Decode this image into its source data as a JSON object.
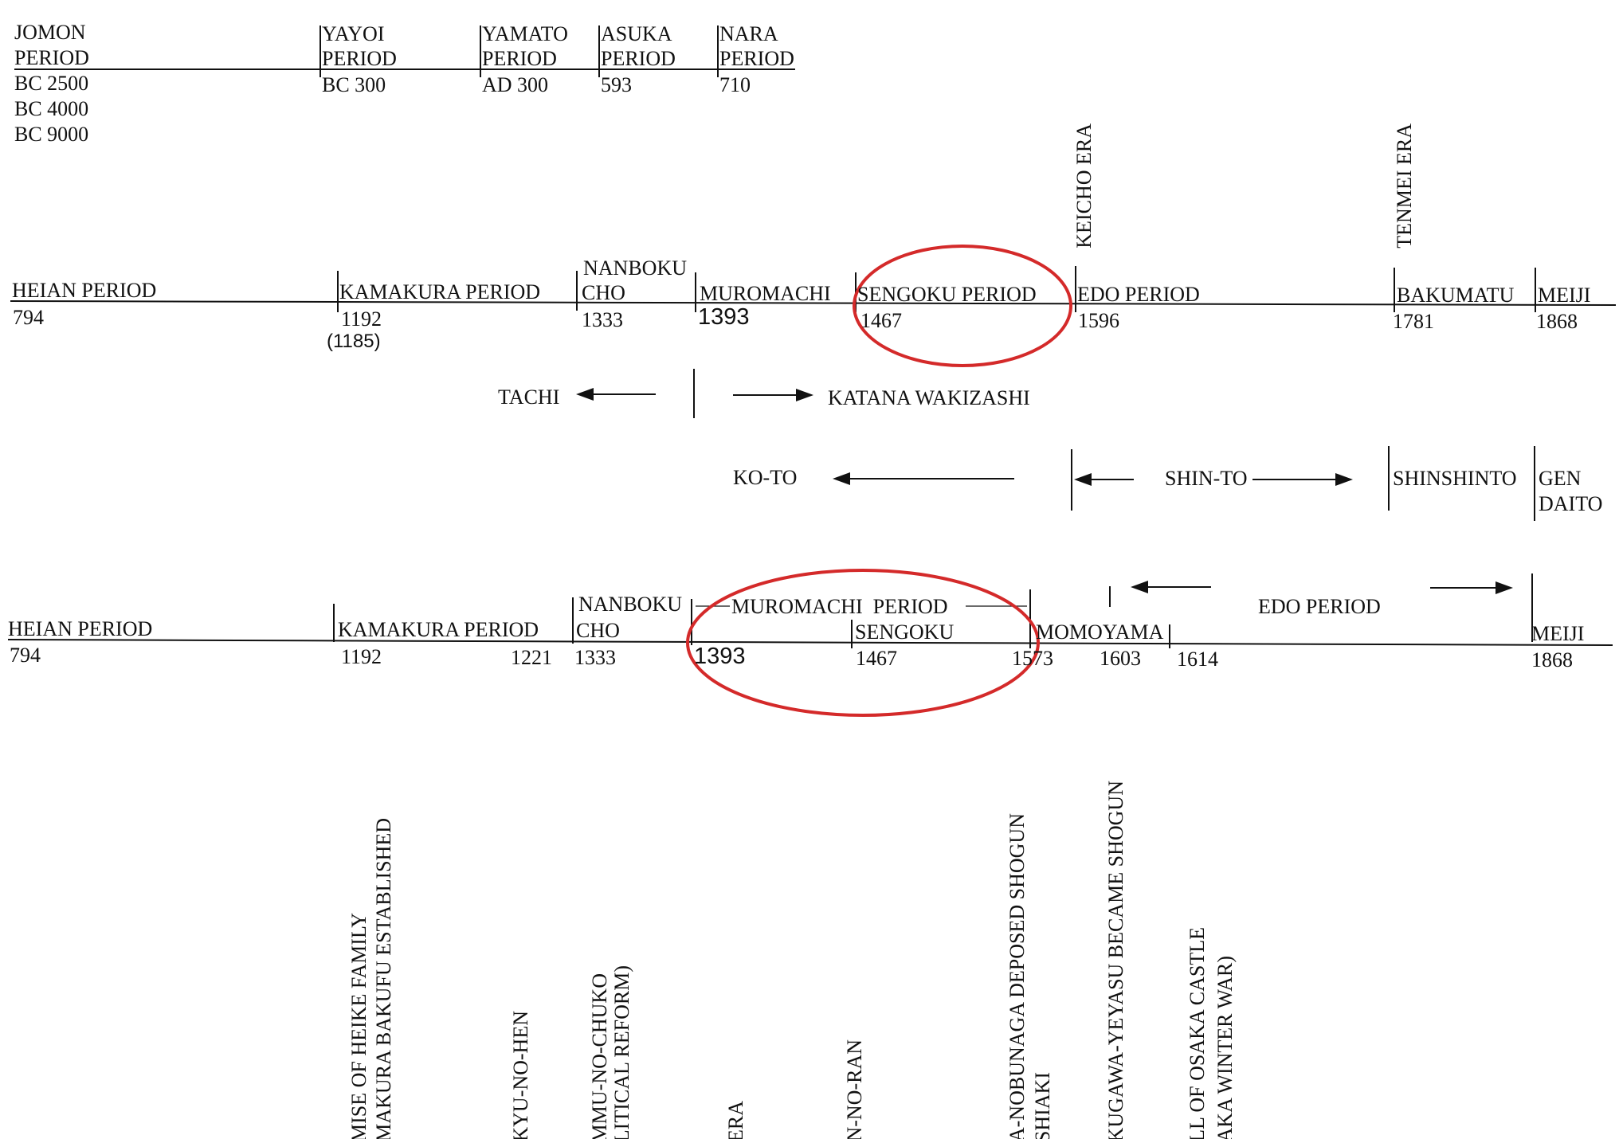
{
  "top_row": {
    "jomon": {
      "name": "JOMON",
      "name2": "PERIOD",
      "dates": [
        "BC 2500",
        "BC 4000",
        "BC 9000"
      ]
    },
    "periods": [
      {
        "name": "YAYOI",
        "name2": "PERIOD",
        "date": "BC 300"
      },
      {
        "name": "YAMATO",
        "name2": "PERIOD",
        "date": "AD 300"
      },
      {
        "name": "ASUKA",
        "name2": "PERIOD",
        "date": "593"
      },
      {
        "name": "NARA",
        "name2": "PERIOD",
        "date": "710"
      }
    ]
  },
  "middle_row": {
    "heian": {
      "name": "HEIAN PERIOD",
      "date": "794"
    },
    "kamakura": {
      "name": "KAMAKURA PERIOD",
      "date": "1192",
      "alt_date": "(1185)"
    },
    "nanbokucho": {
      "name": "NANBOKU",
      "name2": "CHO",
      "date": "1333"
    },
    "muromachi": {
      "name": "MUROMACHI",
      "date": "1393"
    },
    "sengoku": {
      "name": "SENGOKU PERIOD",
      "date": "1467"
    },
    "edo": {
      "name": "EDO PERIOD",
      "date": "1596"
    },
    "bakumatu": {
      "name": "BAKUMATU",
      "date": "1781"
    },
    "meiji": {
      "name": "MEIJI",
      "date": "1868"
    },
    "keicho": "KEICHO ERA",
    "tenmei": "TENMEI ERA"
  },
  "swords": {
    "tachi": "TACHI",
    "katana": "KATANA WAKIZASHI",
    "koto": "KO-TO",
    "shinto": "SHIN-TO",
    "shinshinto": "SHINSHINTO",
    "gendaito": "GEN",
    "gendaito2": "DAITO"
  },
  "bottom_row": {
    "heian": {
      "name": "HEIAN PERIOD",
      "date": "794"
    },
    "kamakura": {
      "name": "KAMAKURA PERIOD",
      "date": "1192",
      "end_date": "1221"
    },
    "nanbokucho": {
      "name": "NANBOKU",
      "name2": "CHO",
      "date": "1333"
    },
    "muromachi": {
      "name": "MUROMACHI  PERIOD",
      "date": "1393"
    },
    "sengoku": {
      "name": "SENGOKU",
      "date": "1467"
    },
    "momoyama": {
      "name": "MOMOYAMA",
      "date": "1573",
      "date2": "1603"
    },
    "edo": {
      "name": "EDO PERIOD",
      "date": "1614"
    },
    "meiji": {
      "name": "MEIJI",
      "date": "1868"
    }
  },
  "events": [
    "MISE OF HEIKE FAMILY",
    "MAKURA BAKUFU ESTABLISHED",
    "KYU-NO-HEN",
    "MMU-NO-CHUKO",
    "LITICAL REFORM)",
    "ERA",
    "N-NO-RAN",
    "A-NOBUNAGA DEPOSED SHOGUN",
    "SHIAKI",
    "KUGAWA-YEYASU BECAME SHOGUN",
    "LL OF OSAKA CASTLE",
    "AKA WINTER WAR)"
  ],
  "colors": {
    "ink": "#111111",
    "highlight_circle": "#d42a2a"
  }
}
